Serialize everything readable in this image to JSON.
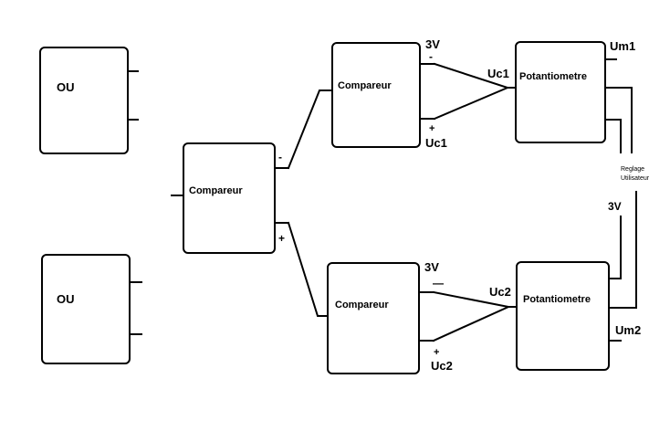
{
  "blocks": {
    "ou_top": "OU",
    "ou_bottom": "OU",
    "comparator_main": "Compareur",
    "comparator_top": "Compareur",
    "comparator_bottom": "Compareur",
    "potentiometer_top": "Potantiometre",
    "potentiometer_bottom": "Potantiometre"
  },
  "labels": {
    "main_minus": "-",
    "main_plus": "+",
    "top_3v": "3V",
    "top_minus": "-",
    "top_plus": "+",
    "top_uc1_right": "Uc1",
    "top_uc1_bottom": "Uc1",
    "um1": "Um1",
    "bottom_3v": "3V",
    "bottom_minus": "—",
    "bottom_plus": "+",
    "bottom_uc2_right": "Uc2",
    "bottom_uc2_bottom": "Uc2",
    "um2": "Um2",
    "user_setting_line1": "Reglage",
    "user_setting_line2": "Utilisateur",
    "side_3v": "3V"
  }
}
